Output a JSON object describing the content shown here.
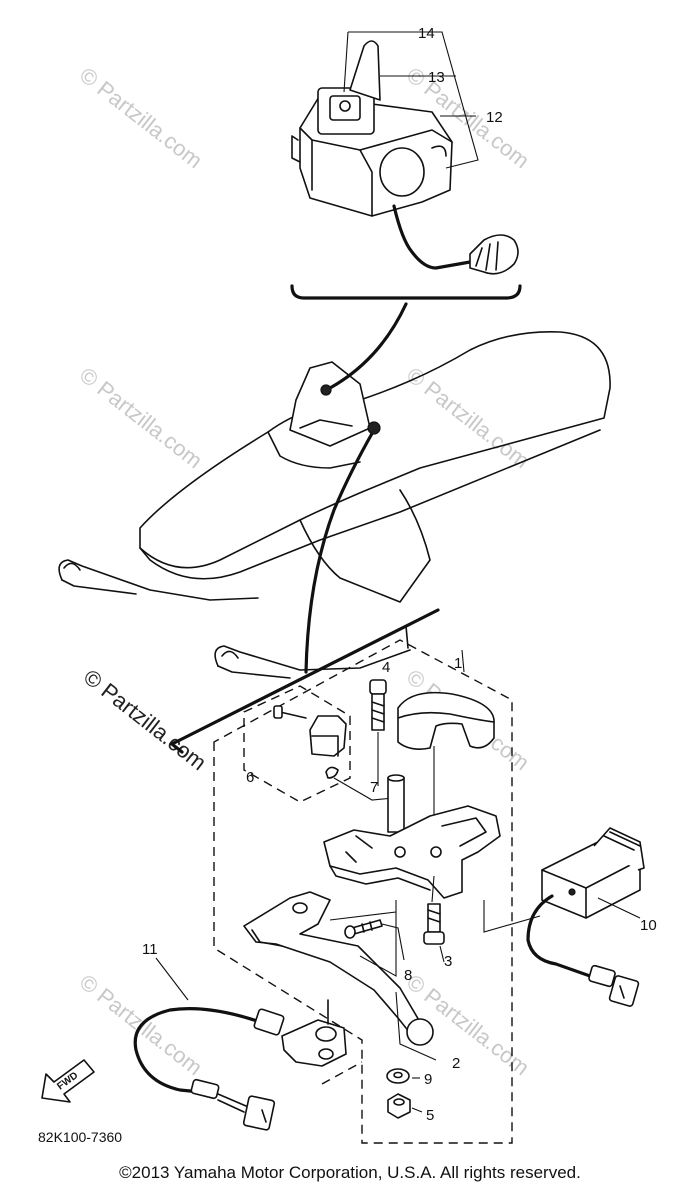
{
  "watermark": "© Partzilla.com",
  "diagram_code": "82K100-7360",
  "fwd_label": "FWD",
  "copyright": "©2013 Yamaha Motor Corporation, U.S.A. All rights reserved.",
  "part_labels": {
    "p1": "1",
    "p2": "2",
    "p3": "3",
    "p4": "4",
    "p5": "5",
    "p6": "6",
    "p7": "7",
    "p8": "8",
    "p9": "9",
    "p10": "10",
    "p11": "11",
    "p12": "12",
    "p13": "13",
    "p14": "14"
  }
}
